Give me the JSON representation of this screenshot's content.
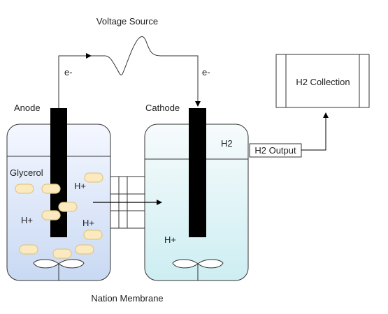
{
  "labels": {
    "voltage_source": "Voltage Source",
    "electron_left": "e-",
    "electron_right": "e-",
    "anode": "Anode",
    "cathode": "Cathode",
    "glycerol": "Glycerol",
    "proton": "H+",
    "h2_gas": "H2",
    "h2_output": "H2 Output",
    "h2_collection": "H2 Collection",
    "membrane": "Nation Membrane"
  },
  "colors": {
    "anode_fill_top": "#f4f7ff",
    "anode_fill_bottom": "#c9d9f3",
    "cathode_fill_top": "#f7fbfc",
    "cathode_fill_bottom": "#cdeef2",
    "electrode": "#000000",
    "glycerol_bead": "#fbe9c0",
    "glycerol_bead_stroke": "#e1c784"
  }
}
